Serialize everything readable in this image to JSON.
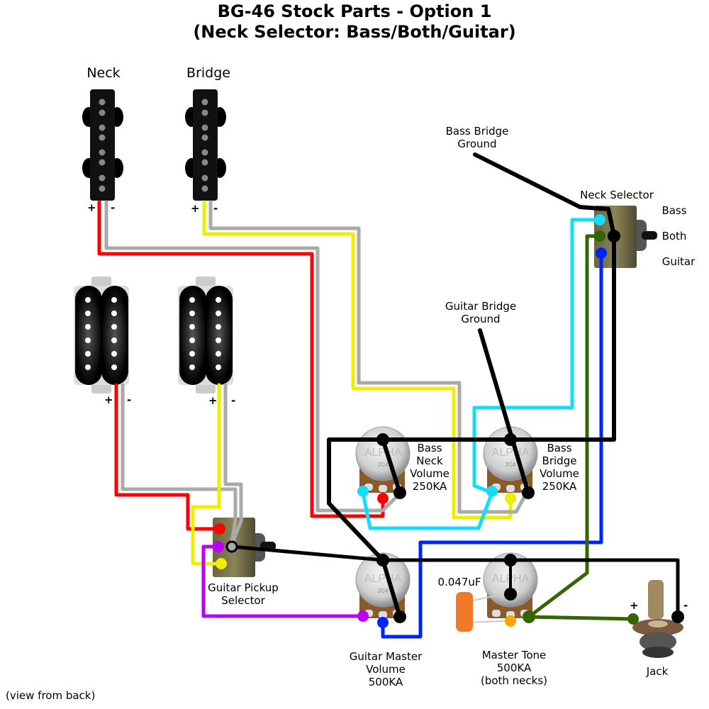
{
  "title": {
    "line1": "BG-46 Stock Parts - Option 1",
    "line2": "(Neck Selector: Bass/Both/Guitar)"
  },
  "colors": {
    "red": "#ff0000",
    "gray": "#aaaaaa",
    "yellow": "#eeee00",
    "black": "#000000",
    "cyan": "#11ddff",
    "blue": "#0022ff",
    "green": "#336600",
    "purple": "#bb00ff",
    "orange": "#ffa500"
  },
  "bass_pickups": {
    "neck_label": "Neck",
    "bridge_label": "Bridge",
    "plus": "+",
    "minus": "-"
  },
  "guitar_pickups": {
    "plus": "+",
    "minus": "-"
  },
  "neck_selector": {
    "label": "Neck Selector",
    "positions": [
      "Bass",
      "Both",
      "Guitar"
    ]
  },
  "grounds": {
    "bass_bridge": "Bass Bridge\nGround",
    "guitar_bridge": "Guitar Bridge\nGround"
  },
  "pots": {
    "bass_neck_volume": "Bass\nNeck\nVolume\n250KA",
    "bass_bridge_volume": "Bass\nBridge\nVolume\n250KA",
    "guitar_master_volume": "Guitar Master\nVolume\n500KA",
    "master_tone": "Master Tone\n500KA\n(both necks)",
    "pot_brand": "ALPHA",
    "pot_code": "2C4"
  },
  "capacitor": {
    "label": "0.047uF"
  },
  "guitar_pickup_selector": {
    "label": "Guitar Pickup\nSelector"
  },
  "jack": {
    "label": "Jack",
    "plus": "+",
    "minus": "-"
  },
  "footnote": "(view from back)"
}
